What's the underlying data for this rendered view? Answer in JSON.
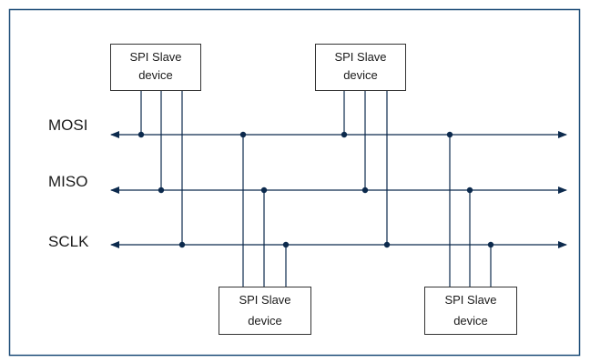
{
  "colors": {
    "frame_border": "#1f4e79",
    "bus_line": "#0c2a4d",
    "box_border": "#333333",
    "text": "#1a1a1a"
  },
  "buses": [
    {
      "label": "MOSI"
    },
    {
      "label": "MISO"
    },
    {
      "label": "SCLK"
    }
  ],
  "devices": [
    {
      "line1": "SPI Slave",
      "line2": "device"
    },
    {
      "line1": "SPI Slave",
      "line2": "device"
    },
    {
      "line1": "SPI Slave",
      "line2": "device"
    },
    {
      "line1": "SPI Slave",
      "line2": "device"
    }
  ]
}
